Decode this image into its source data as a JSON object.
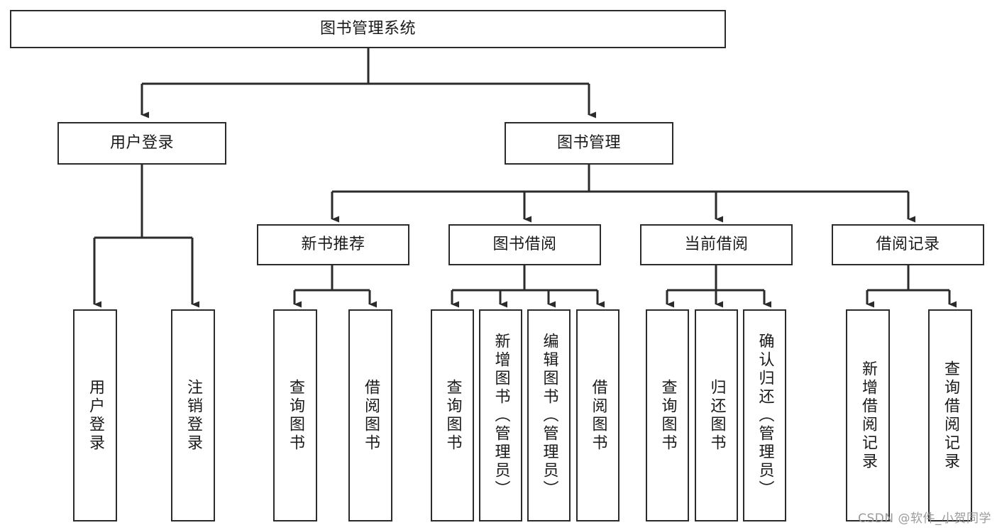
{
  "diagram": {
    "type": "tree-hierarchy",
    "title": "图书管理系统",
    "orientation": "top-down",
    "colors": {
      "background": "#ffffff",
      "stroke": "#2b2b2b",
      "text": "#1a1a1a",
      "watermark": "#9a9a9a"
    },
    "root": {
      "label": "图书管理系统"
    },
    "level2": [
      {
        "label": "用户登录"
      },
      {
        "label": "图书管理"
      }
    ],
    "level3": [
      {
        "label": "新书推荐"
      },
      {
        "label": "图书借阅"
      },
      {
        "label": "当前借阅"
      },
      {
        "label": "借阅记录"
      }
    ],
    "leaves": {
      "user_login": [
        {
          "label": "用户登录"
        },
        {
          "label": "注销登录"
        }
      ],
      "new_book_recommend": [
        {
          "label": "查询图书"
        },
        {
          "label": "借阅图书"
        }
      ],
      "book_borrow": [
        {
          "label": "查询图书"
        },
        {
          "label": "新增图书（管理员）"
        },
        {
          "label": "编辑图书（管理员）"
        },
        {
          "label": "借阅图书"
        }
      ],
      "current_borrow": [
        {
          "label": "查询图书"
        },
        {
          "label": "归还图书"
        },
        {
          "label": "确认归还（管理员）"
        }
      ],
      "borrow_record": [
        {
          "label": "新增借阅记录"
        },
        {
          "label": "查询借阅记录"
        }
      ]
    }
  },
  "watermark": {
    "text": "CSDN @软件_小贺同学"
  }
}
